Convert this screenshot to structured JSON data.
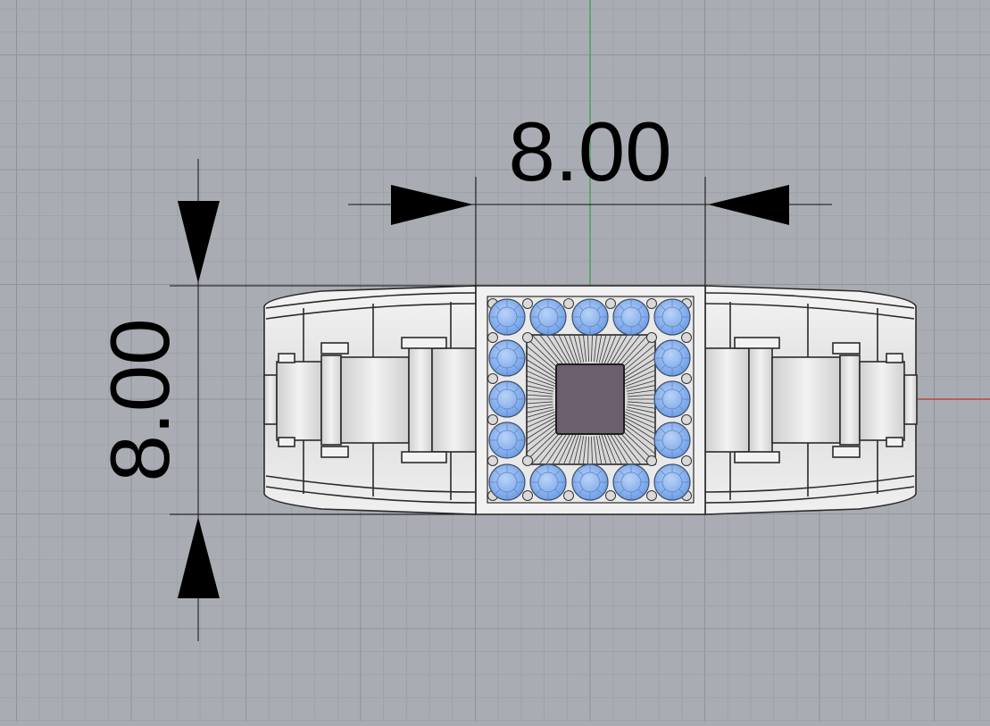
{
  "viewport": {
    "background": "#a9adb3",
    "grid_minor_color": "#9aa0a6",
    "grid_major_color": "#8e949b"
  },
  "axes": {
    "x_axis_color": "#c0302b",
    "y_axis_color": "#3aa048"
  },
  "dimensions": {
    "horizontal": {
      "value": "8.00"
    },
    "vertical": {
      "value": "8.00"
    }
  },
  "model": {
    "band_color": "#e4e4e4",
    "outline_color": "#2a2a2a",
    "stone_color": "#8fb6f0",
    "center_stone_color": "#6b5f6e",
    "halo_stone_count": 16
  }
}
